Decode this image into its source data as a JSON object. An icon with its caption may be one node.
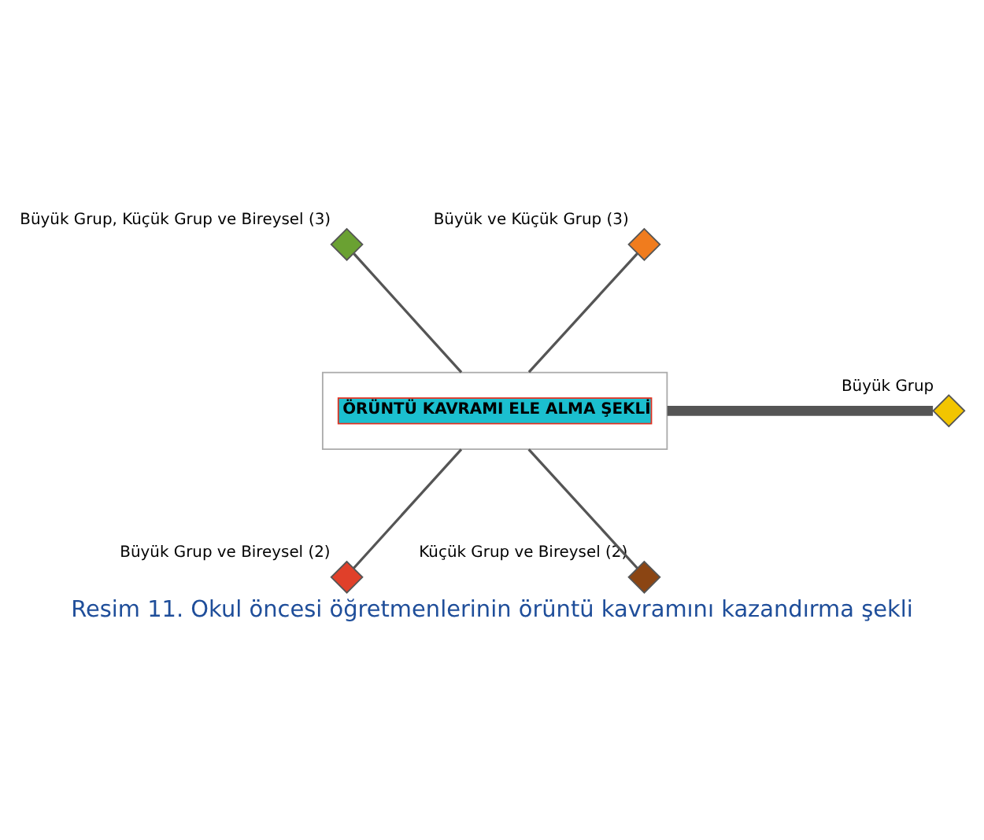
{
  "diagram": {
    "caption": "Resim 11. Okul öncesi öğretmenlerinin örüntü kavramını kazandırma şekli",
    "nodes": [
      {
        "text": [
          "ÖRÜNTÜ KAVRAMI ELE ALMA ŞEKLİ"
        ]
      },
      {
        "text": [
          "Büyük Grup, Küçük Grup ve Bireysel (3)"
        ]
      },
      {
        "text": [
          "Büyük ve Küçük Grup (3)"
        ]
      },
      {
        "text": [
          "Büyük Grup"
        ]
      },
      {
        "text": [
          "Büyük Grup ve Bireysel (2)"
        ]
      },
      {
        "text": [
          "Küçük Grup ve Bireysel (2)"
        ]
      }
    ],
    "edges": [
      {
        "from": 0,
        "to": 1,
        "arrow": "none"
      },
      {
        "from": 0,
        "to": 2,
        "arrow": "none"
      },
      {
        "from": 0,
        "to": 3,
        "arrow": "none",
        "style": "thick"
      },
      {
        "from": 0,
        "to": 4,
        "arrow": "none"
      },
      {
        "from": 0,
        "to": 5,
        "arrow": "none"
      }
    ]
  }
}
